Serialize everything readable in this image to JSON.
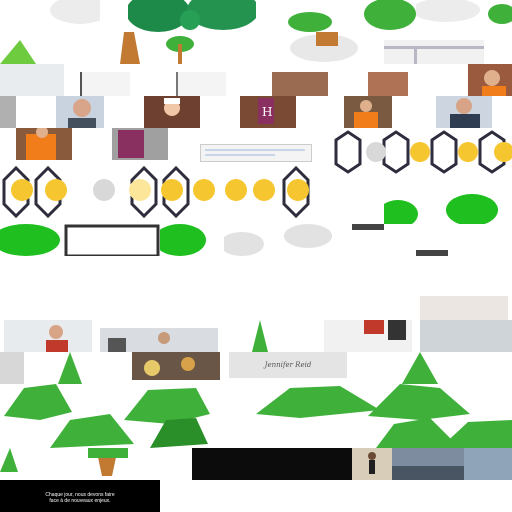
{
  "video_caption": {
    "line1": "Chaque jour, nous devons faire",
    "line2": "face à de nouveaux enjeux."
  },
  "signature_text": "Jennifer Reid",
  "colors": {
    "grass": "#3fb13a",
    "grass_dark": "#2b8f29",
    "tree_trunk": "#c27a33",
    "bulb_yellow": "#f6c631",
    "bulb_outline": "#2e2d3d",
    "safety_orange": "#f07d1a",
    "brick": "#8a5a3c"
  },
  "icons": [
    "lightbulb-icon",
    "tree-icon",
    "bush-icon",
    "cloud-icon"
  ]
}
